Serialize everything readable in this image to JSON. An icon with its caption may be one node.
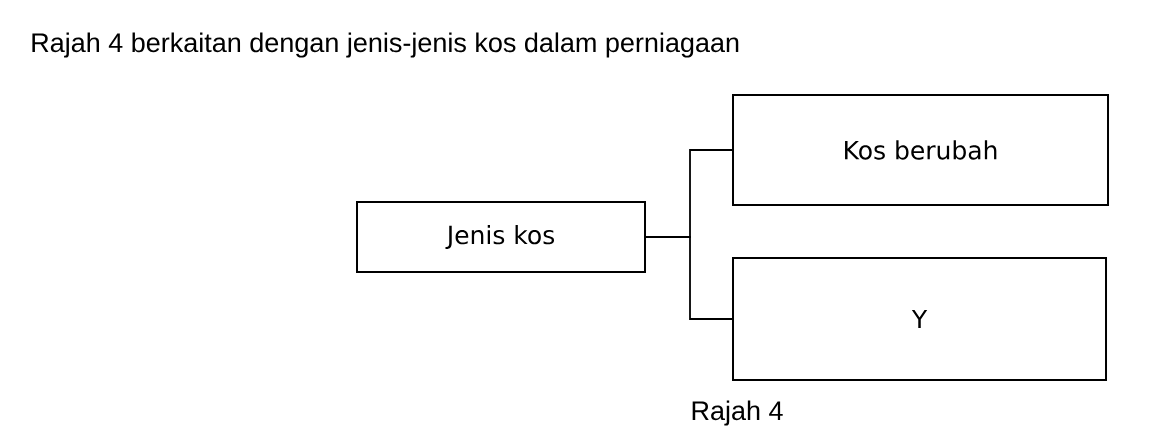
{
  "diagram": {
    "title": "Rajah 4 berkaitan dengan jenis-jenis kos dalam perniagaan",
    "caption": "Rajah 4",
    "nodes": [
      {
        "text": [
          "Jenis kos"
        ]
      },
      {
        "text": [
          "Kos berubah"
        ]
      },
      {
        "text": [
          "Y"
        ]
      }
    ],
    "edges": [
      {
        "from": 0,
        "to": 1,
        "arrow": "none"
      },
      {
        "from": 0,
        "to": 2,
        "arrow": "none"
      }
    ]
  }
}
